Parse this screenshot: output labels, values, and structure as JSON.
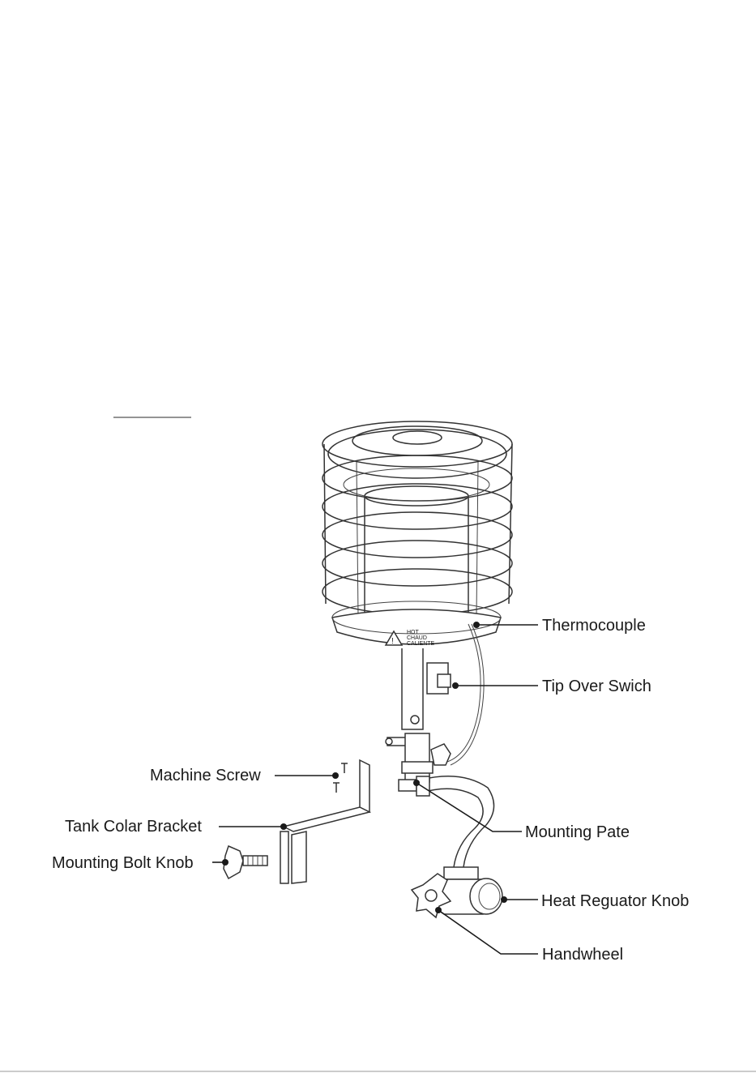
{
  "labels": {
    "thermocouple": "Thermocouple",
    "tip_over_switch": "Tip Over Swich",
    "machine_screw": "Machine Screw",
    "tank_collar_bracket": "Tank Colar Bracket",
    "mounting_bolt_knob": "Mounting Bolt Knob",
    "mounting_plate": "Mounting Pate",
    "heat_regulator_knob": "Heat Reguator Knob",
    "handwheel": "Handwheel"
  },
  "warning_plate": {
    "line1": "HOT",
    "line2": "CHAUD",
    "line3": "CALIENTE"
  },
  "colors": {
    "ink": "#1a1a1a",
    "background": "#ffffff"
  }
}
